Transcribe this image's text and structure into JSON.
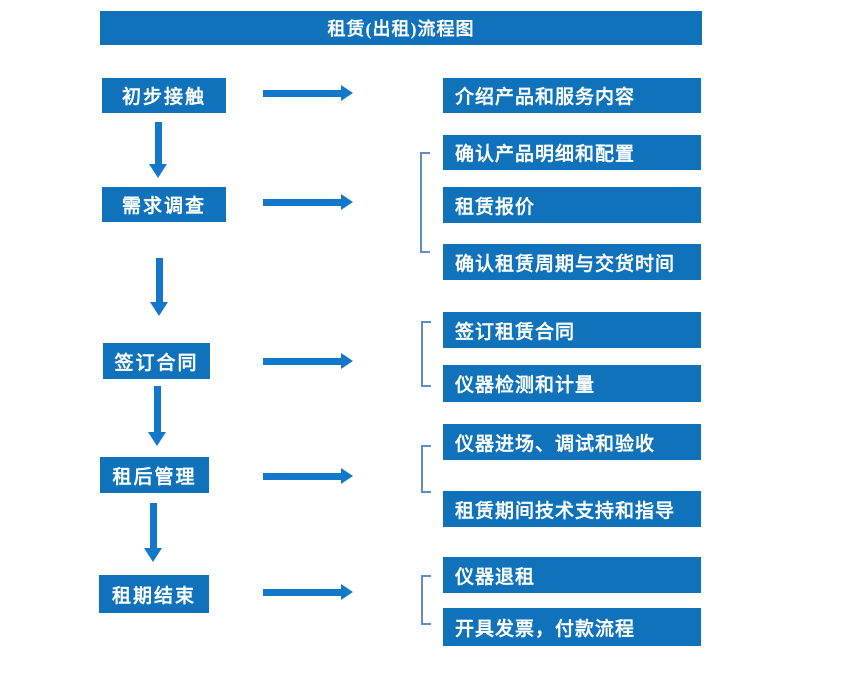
{
  "title": "租赁(出租)流程图",
  "colors": {
    "box_blue": "#0F72BA",
    "arrow_blue": "#1478CA",
    "bracket_blue": "#5E8EC9",
    "text": "#FFFFFF",
    "background": "#FFFFFF"
  },
  "stages": [
    {
      "label": "初步接触",
      "outputs": [
        "介绍产品和服务内容"
      ]
    },
    {
      "label": "需求调查",
      "outputs": [
        "确认产品明细和配置",
        "租赁报价",
        "确认租赁周期与交货时间"
      ]
    },
    {
      "label": "签订合同",
      "outputs": [
        "签订租赁合同",
        "仪器检测和计量"
      ]
    },
    {
      "label": "租后管理",
      "outputs": [
        "仪器进场、调试和验收",
        "租赁期间技术支持和指导"
      ]
    },
    {
      "label": "租期结束",
      "outputs": [
        "仪器退租",
        "开具发票，付款流程"
      ]
    }
  ]
}
